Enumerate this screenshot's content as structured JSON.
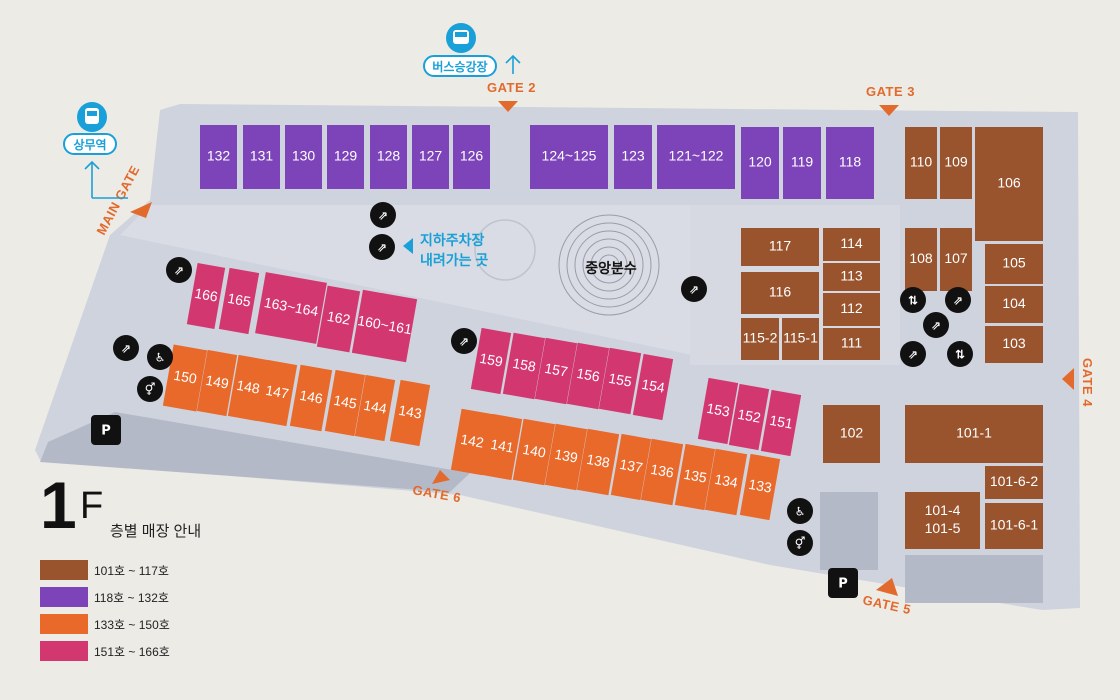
{
  "floor": {
    "number": "1",
    "letter": "F",
    "subtitle": "층별 매장 안내"
  },
  "colors": {
    "brown": "#99542e",
    "purple": "#7d43b8",
    "orange": "#e8692a",
    "pink": "#d33770",
    "walkway": "#cfd3dd",
    "background": "#ecebe6",
    "gate": "#e26a2c",
    "transit": "#1aa0d8"
  },
  "legend": [
    {
      "color": "#99542e",
      "label": "101호 ~ 117호"
    },
    {
      "color": "#7d43b8",
      "label": "118호 ~ 132호"
    },
    {
      "color": "#e8692a",
      "label": "133호 ~ 150호"
    },
    {
      "color": "#d33770",
      "label": "151호 ~ 166호"
    }
  ],
  "gates": [
    "MAIN GATE",
    "GATE 2",
    "GATE 3",
    "GATE 4",
    "GATE 5",
    "GATE 6"
  ],
  "transit": {
    "bus": "버스승강장",
    "subway": "상무역"
  },
  "landmarks": {
    "fountain": "중앙분수",
    "parking_line1": "지하주차장",
    "parking_line2": "내려가는 곳"
  },
  "amenity_icons": [
    "escalator-icon",
    "elevator-icon",
    "accessible-icon",
    "restroom-icon",
    "parking-icon",
    "bus-icon",
    "subway-icon"
  ],
  "units": {
    "brown": [
      "110",
      "109",
      "106",
      "117",
      "114",
      "113",
      "116",
      "112",
      "115-2",
      "115-1",
      "111",
      "108",
      "107",
      "105",
      "104",
      "103",
      "102",
      "101-1",
      "101-6-2",
      "101-4",
      "101-5",
      "101-6-1"
    ],
    "purple": [
      "132",
      "131",
      "130",
      "129",
      "128",
      "127",
      "126",
      "124~125",
      "123",
      "121~122",
      "120",
      "119",
      "118"
    ],
    "orange": [
      "150",
      "149",
      "148",
      "147",
      "146",
      "145",
      "144",
      "143",
      "142",
      "141",
      "140",
      "139",
      "138",
      "137",
      "136",
      "135",
      "134",
      "133"
    ],
    "pink": [
      "166",
      "165",
      "163~164",
      "162",
      "160~161",
      "159",
      "158",
      "157",
      "156",
      "155",
      "154",
      "153",
      "152",
      "151"
    ]
  }
}
